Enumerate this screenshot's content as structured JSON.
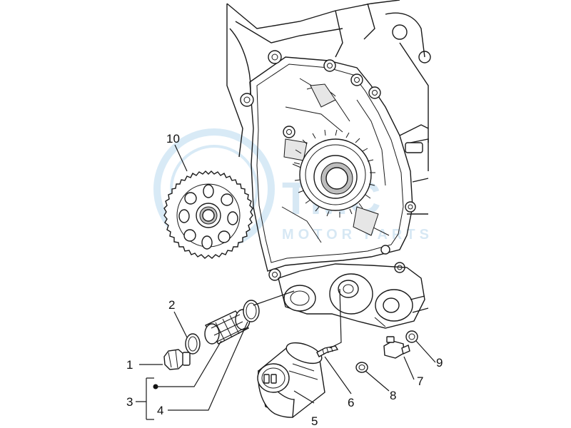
{
  "callouts": {
    "c1": "1",
    "c2": "2",
    "c3": "3",
    "c4": "4",
    "c5": "5",
    "c6": "6",
    "c7": "7",
    "c8": "8",
    "c9": "9",
    "c10": "10"
  },
  "watermark": {
    "word1": "TMC",
    "word2": "MOTOR PARTS",
    "color": "#8fc3e6"
  }
}
